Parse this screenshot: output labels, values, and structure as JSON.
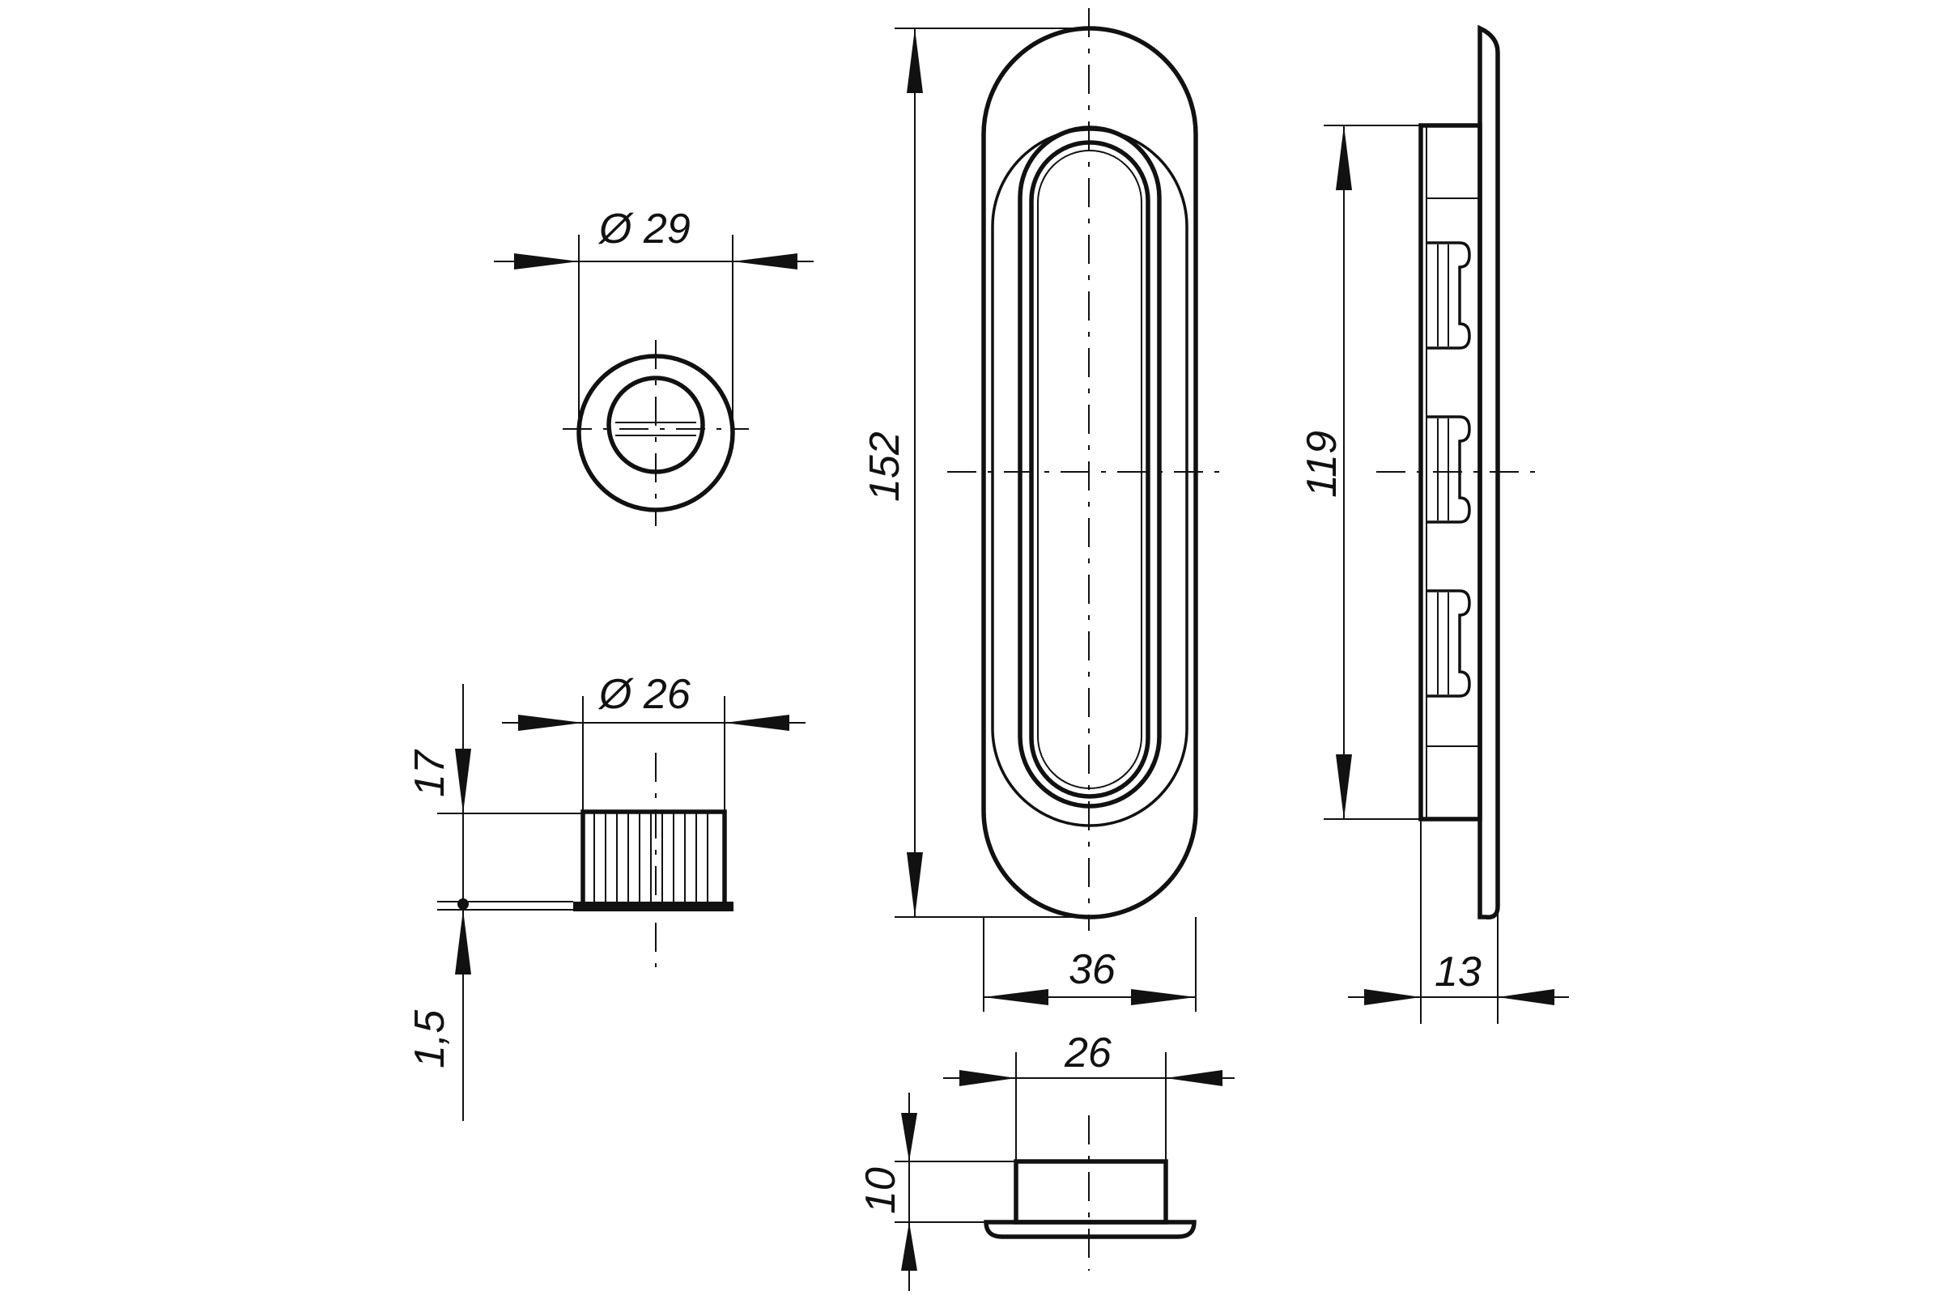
{
  "dimensions": {
    "cap_outer_diameter": "Ø 29",
    "cap_inner_diameter": "Ø 26",
    "cap_height": "17",
    "cap_flange": "1,5",
    "handle_length": "152",
    "handle_width": "36",
    "handle_bottom_width": "26",
    "handle_bottom_depth": "10",
    "side_length": "119",
    "side_depth": "13"
  },
  "colors": {
    "line": "#111111",
    "background": "#ffffff"
  }
}
